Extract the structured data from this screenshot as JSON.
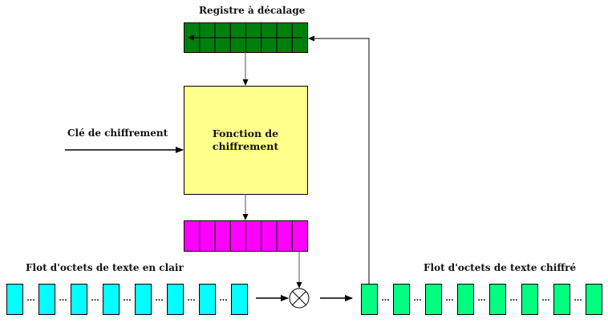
{
  "labels": {
    "shift_register": "Registre à décalage",
    "key": "Clé de chiffrement",
    "function_line1": "Fonction de",
    "function_line2": "chiffrement",
    "plaintext_stream": "Flot d'octets de texte en clair",
    "ciphertext_stream": "Flot d'octets de texte chiffré"
  },
  "diagram": {
    "shift_register_cells": 8,
    "keystream_cells": 8,
    "plaintext_bytes": 8,
    "ciphertext_bytes": 8,
    "ellipsis": "...",
    "combiner": "xor-icon"
  },
  "colors": {
    "shift_register": "#007f0e",
    "function_box": "#ffff8c",
    "keystream": "#ff00ff",
    "plaintext": "#00ffff",
    "ciphertext": "#00ff80"
  }
}
